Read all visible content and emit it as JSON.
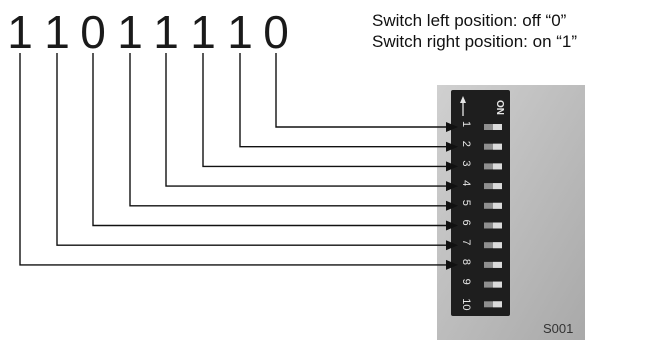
{
  "address_bits": [
    "1",
    "1",
    "0",
    "1",
    "1",
    "1",
    "1",
    "0"
  ],
  "notes": {
    "line1": "Switch left position: off “0”",
    "line2": "Switch right position: on “1”"
  },
  "dip_switch": {
    "on_label": "ON",
    "positions": [
      "1",
      "2",
      "3",
      "4",
      "5",
      "6",
      "7",
      "8",
      "9",
      "10"
    ],
    "part_label": "S001"
  },
  "colors": {
    "digits": "#1a1a1a",
    "arrows": "#111111",
    "panel": "#bdbdbd",
    "switch_body": "#1e1e1e",
    "switch_text": "#e6e6e6"
  }
}
